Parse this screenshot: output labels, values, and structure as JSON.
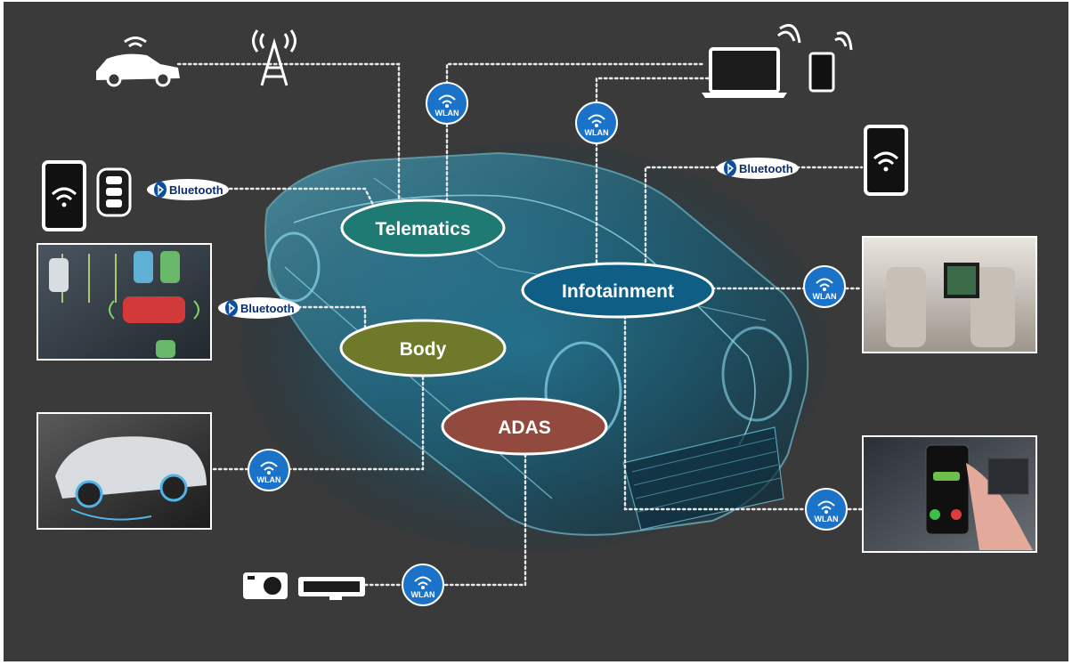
{
  "nodes": {
    "telematics": "Telematics",
    "infotainment": "Infotainment",
    "body": "Body",
    "adas": "ADAS"
  },
  "badges": {
    "wlan": "WLAN",
    "bluetooth": "Bluetooth"
  },
  "colors": {
    "background": "#3a3a3a",
    "telematics": "#1e7a72",
    "infotainment": "#0e5e86",
    "body": "#6e7a2a",
    "adas": "#934a3e",
    "wlan_badge": "#1a73c9",
    "car_glow": "#3fb6d8"
  },
  "icons": [
    "car-wireless-icon",
    "cell-tower-icon",
    "laptop-wireless-icon",
    "tablet-wireless-icon",
    "smartphone-wifi-icon",
    "key-fob-icon",
    "camera-icon",
    "dashcam-icon",
    "parking-assist-image",
    "ev-wireless-charging-image",
    "rear-seat-display-image",
    "phone-charging-app-image"
  ]
}
